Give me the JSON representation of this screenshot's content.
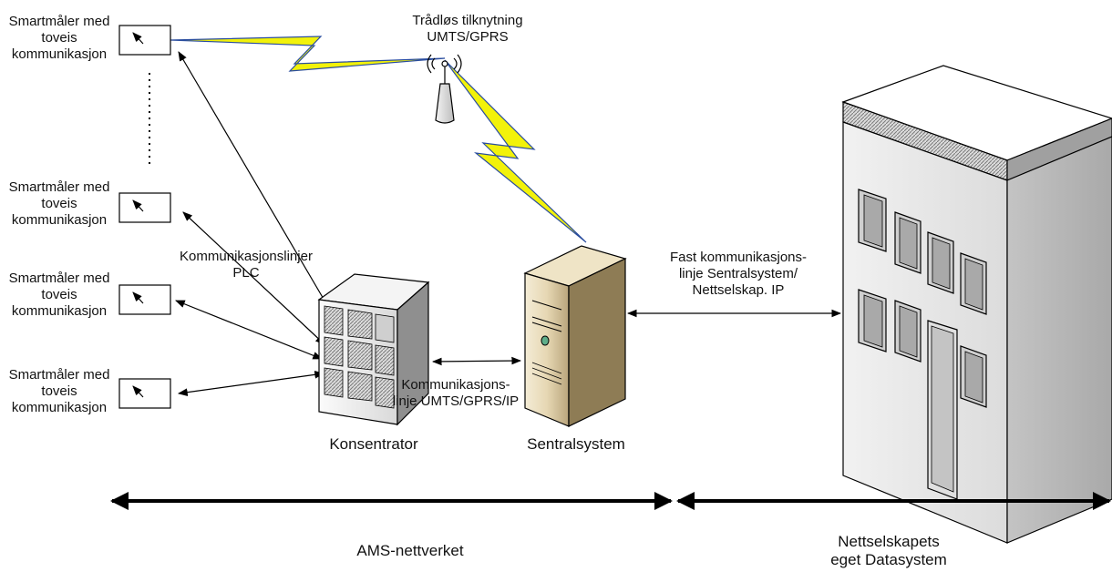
{
  "meters": [
    {
      "line1": "Smartmåler med",
      "line2": "toveis",
      "line3": "kommunikasjon"
    },
    {
      "line1": "Smartmåler med",
      "line2": "toveis",
      "line3": "kommunikasjon"
    },
    {
      "line1": "Smartmåler med",
      "line2": "toveis",
      "line3": "kommunikasjon"
    },
    {
      "line1": "Smartmåler med",
      "line2": "toveis",
      "line3": "kommunikasjon"
    }
  ],
  "wireless": {
    "line1": "Trådløs tilknytning",
    "line2": "UMTS/GPRS"
  },
  "plc": {
    "line1": "Kommunikasjonslinjer",
    "line2": "PLC"
  },
  "concentrator_link": {
    "line1": "Kommunikasjons-",
    "line2": "linje UMTS/GPRS/IP"
  },
  "fixed_link": {
    "line1": "Fast kommunikasjons-",
    "line2": "linje Sentralsystem/",
    "line3": "Nettselskap. IP"
  },
  "nodes": {
    "concentrator": "Konsentrator",
    "central": "Sentralsystem"
  },
  "bottom": {
    "ams": "AMS-nettverket",
    "dso_line1": "Nettselskapets",
    "dso_line2": "eget Datasystem"
  }
}
